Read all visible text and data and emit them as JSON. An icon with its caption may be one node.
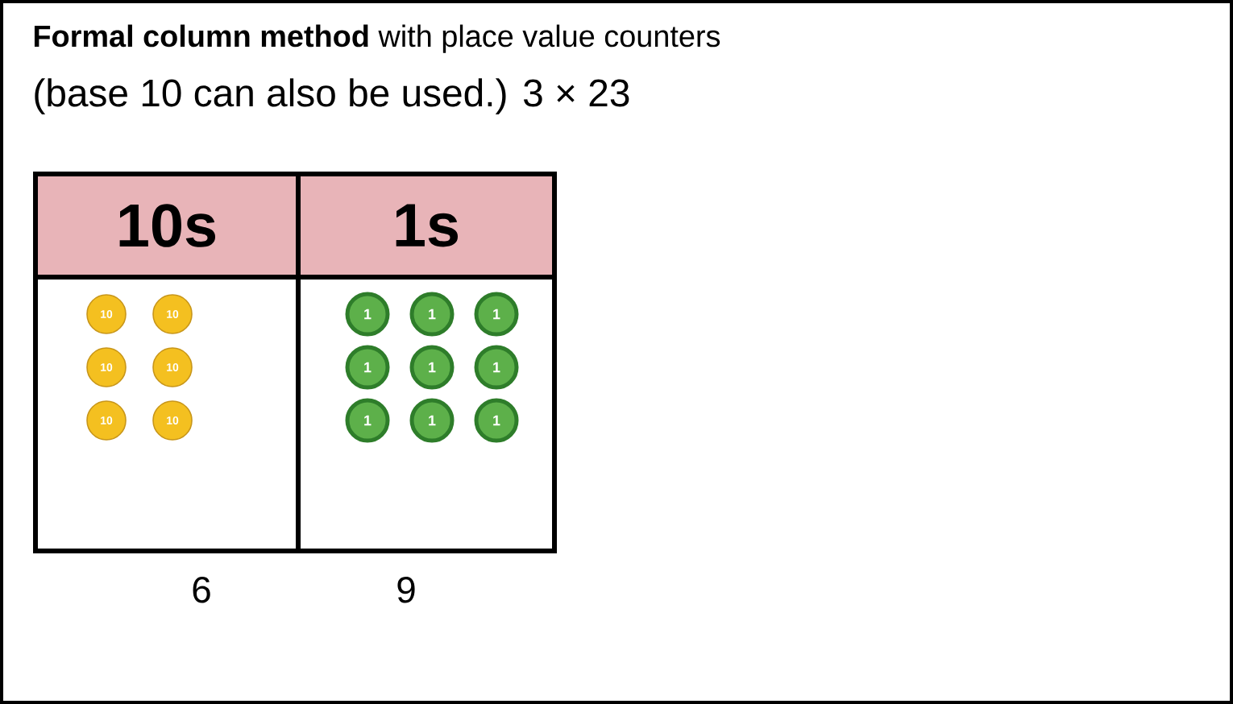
{
  "diagram": {
    "title": "**Formal column method** with place value counters",
    "nodes": [
      {
        "text": [
          "10s"
        ]
      },
      {
        "text": [
          "1s"
        ]
      },
      {
        "text": [],
        "shape": "box"
      },
      {
        "text": [],
        "shape": "box"
      },
      {
        "text": [
          "10"
        ],
        "in": 2
      },
      {
        "text": [
          "10"
        ],
        "in": 2
      },
      {
        "text": [
          "10"
        ],
        "in": 2
      },
      {
        "text": [
          "10"
        ],
        "in": 2
      },
      {
        "text": [
          "10"
        ],
        "in": 2
      },
      {
        "text": [
          "10"
        ],
        "in": 2
      },
      {
        "text": [
          "1"
        ],
        "in": 3
      },
      {
        "text": [
          "1"
        ],
        "in": 3
      },
      {
        "text": [
          "1"
        ],
        "in": 3
      },
      {
        "text": [
          "1"
        ],
        "in": 3
      },
      {
        "text": [
          "1"
        ],
        "in": 3
      },
      {
        "text": [
          "1"
        ],
        "in": 3
      },
      {
        "text": [
          "1"
        ],
        "in": 3
      },
      {
        "text": [
          "1"
        ],
        "in": 3
      },
      {
        "text": [
          "1"
        ],
        "in": 3
      }
    ],
    "edges": [],
    "labels": [
      "(base 10 can also be used.) 3 × 23",
      "6",
      "9"
    ]
  }
}
